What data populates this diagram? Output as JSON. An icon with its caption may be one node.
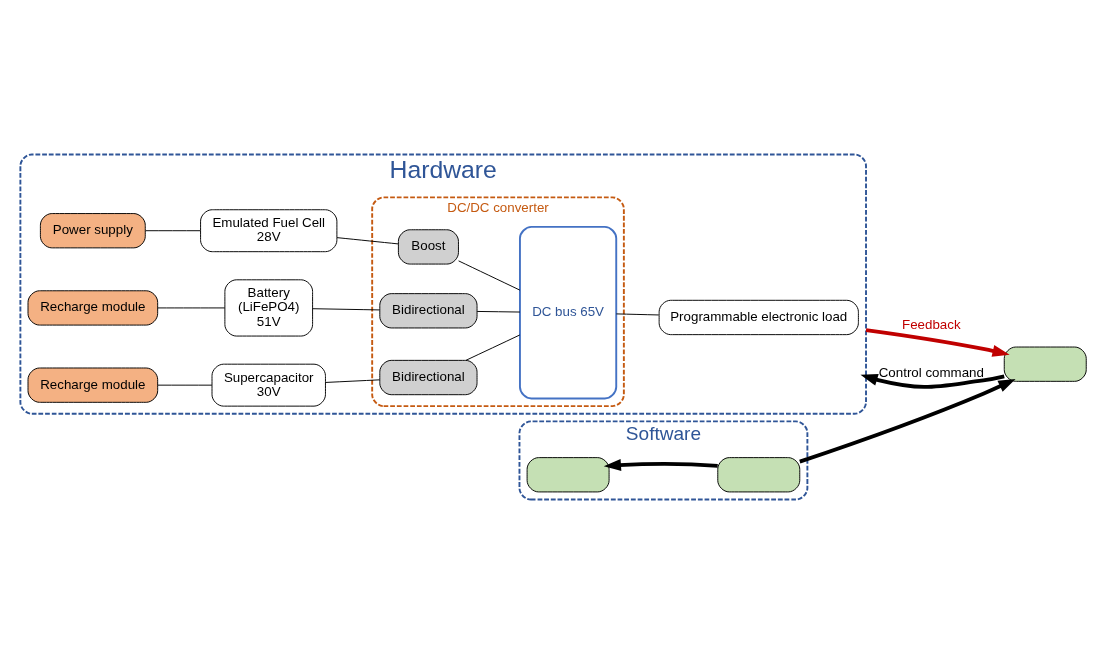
{
  "diagram": {
    "nodes": [
      {
        "text": [
          "Hardware"
        ]
      },
      {
        "text": [
          "Power supply"
        ],
        "in": 0
      },
      {
        "text": [
          "Emulated Fuel Cell",
          "28V"
        ],
        "in": 0
      },
      {
        "text": [
          "Recharge module"
        ],
        "in": 0
      },
      {
        "text": [
          "Battery",
          "(LiFePO4)",
          "51V"
        ],
        "in": 0
      },
      {
        "text": [
          "Recharge module"
        ],
        "in": 0
      },
      {
        "text": [
          "Supercapacitor",
          "30V"
        ],
        "in": 0
      },
      {
        "text": [
          "DC/DC converter"
        ],
        "in": 0
      },
      {
        "text": [
          "Boost"
        ],
        "in": 7
      },
      {
        "text": [
          "Bidirectional"
        ],
        "in": 7
      },
      {
        "text": [
          "Bidirectional"
        ],
        "in": 7
      },
      {
        "text": [
          "DC bus 65V"
        ],
        "in": 7
      },
      {
        "text": [
          "Programmable electronic load"
        ],
        "in": 0
      },
      {
        "text": [
          "Software"
        ]
      },
      {
        "text": [],
        "shape": "box",
        "in": 13
      },
      {
        "text": [],
        "shape": "box",
        "in": 13
      },
      {
        "text": [],
        "shape": "box"
      }
    ],
    "edges": [
      {
        "from": 1,
        "to": 2,
        "arrow": "none"
      },
      {
        "from": 2,
        "to": 8,
        "arrow": "none"
      },
      {
        "from": 3,
        "to": 4,
        "arrow": "none"
      },
      {
        "from": 4,
        "to": 9,
        "arrow": "none"
      },
      {
        "from": 5,
        "to": 6,
        "arrow": "none"
      },
      {
        "from": 6,
        "to": 10,
        "arrow": "none"
      },
      {
        "from": 8,
        "to": 11,
        "arrow": "none"
      },
      {
        "from": 9,
        "to": 11,
        "arrow": "none"
      },
      {
        "from": 10,
        "to": 11,
        "arrow": "none"
      },
      {
        "from": 11,
        "to": 12,
        "arrow": "none"
      },
      {
        "from": 15,
        "to": 14,
        "arrow": "to",
        "style": "thick"
      },
      {
        "from": 15,
        "to": 16,
        "arrow": "to",
        "style": "thick"
      },
      {
        "from": 0,
        "to": 16,
        "arrow": "to",
        "label": "Feedback",
        "style": "thick",
        "color": "#c00000"
      },
      {
        "from": 16,
        "to": 0,
        "arrow": "to",
        "label": "Control command",
        "style": "thick"
      }
    ]
  }
}
